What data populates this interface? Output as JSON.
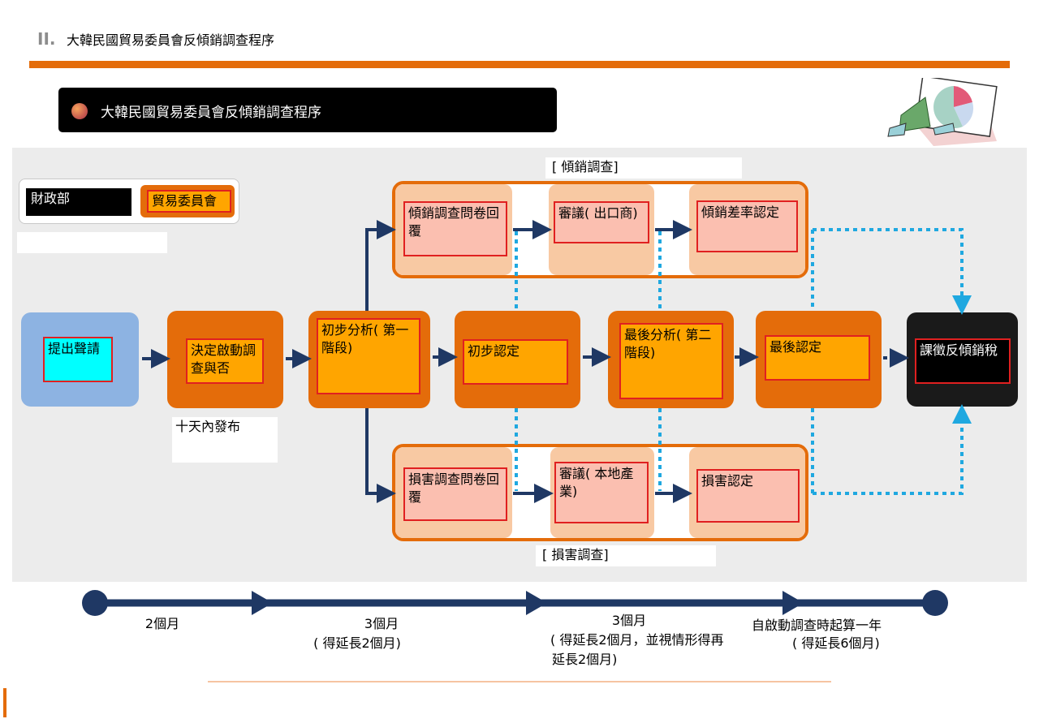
{
  "header": {
    "section": "II.",
    "title": "大韓民國貿易委員會反傾銷調查程序"
  },
  "title_bar": {
    "text": "大韓民國貿易委員會反傾銷調查程序"
  },
  "legend": {
    "mof": "財政部",
    "ktc": "貿易委員會"
  },
  "groups": {
    "dumping": "[ 傾銷調查]",
    "injury": "[ 損害調查]"
  },
  "nodes": {
    "petition": "提出聲請",
    "decide": "決定啟動調查與否",
    "prelim_analysis": "初步分析( 第一階段)",
    "prelim_determination": "初步認定",
    "final_analysis": "最後分析( 第二階段)",
    "final_determination": "最後認定",
    "impose_duty": "課徵反傾銷稅",
    "dump_questionnaire": "傾銷調查問卷回覆",
    "dump_review": "審議( 出口商)",
    "dump_margin": "傾銷差率認定",
    "injury_questionnaire": "損害調查問卷回覆",
    "injury_review": "審議( 本地產業)",
    "injury_determination": "損害認定"
  },
  "notes": {
    "ten_days": "十天內發布"
  },
  "timeline": {
    "seg1": "2個月",
    "seg2_main": "3個月",
    "seg2_sub": "( 得延長2個月)",
    "seg3_main": "3個月",
    "seg3_sub1": "( 得延長2個月，並視情形得再",
    "seg3_sub2": "延長2個月)",
    "seg4_main": "自啟動調查時起算一年",
    "seg4_sub": "( 得延長6個月)"
  },
  "colors": {
    "accent": "#e46c0a",
    "node_fill": "#ffa500",
    "pink": "#fbbfb0",
    "navy": "#1f3864",
    "dotted": "#1fa8e0"
  }
}
